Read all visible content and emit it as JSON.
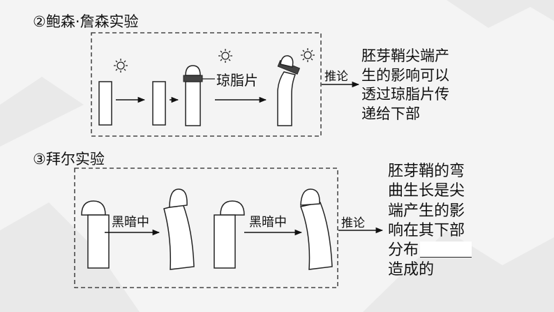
{
  "section2": {
    "title": "②鲍森·詹森实验",
    "agar_label": "琼脂片",
    "arrow_label": "推论",
    "conclusion_lines": [
      "胚芽鞘尖端产",
      "生的影响可以",
      "透过琼脂片传",
      "递给下部"
    ]
  },
  "section3": {
    "title": "③拜尔实验",
    "dark_label_1": "黑暗中",
    "dark_label_2": "黑暗中",
    "arrow_label": "推论",
    "conclusion_lines": [
      "胚芽鞘的弯",
      "曲生长是尖",
      "端产生的影",
      "响在其下部"
    ],
    "blank_prefix": "分布",
    "last_line": "造成的"
  },
  "icons": [
    "sun-icon"
  ]
}
